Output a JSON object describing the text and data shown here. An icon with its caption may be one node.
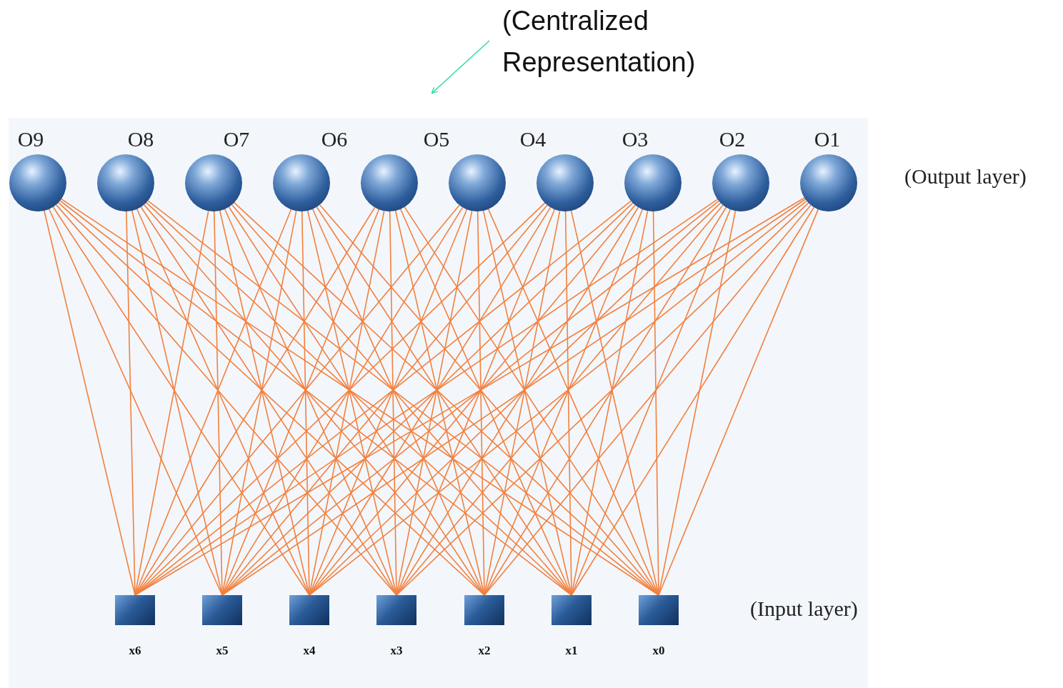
{
  "diagram": {
    "nodes": [
      {
        "text": [
          "(Centralized Representation)"
        ]
      },
      {
        "text": [],
        "shape": "circle"
      },
      {
        "text": [],
        "shape": "circle"
      },
      {
        "text": [],
        "shape": "circle"
      },
      {
        "text": [],
        "shape": "circle"
      },
      {
        "text": [],
        "shape": "circle"
      },
      {
        "text": [],
        "shape": "circle"
      },
      {
        "text": [],
        "shape": "circle"
      },
      {
        "text": [],
        "shape": "circle"
      },
      {
        "text": [],
        "shape": "circle"
      },
      {
        "text": [],
        "shape": "circle"
      },
      {
        "text": [
          "x6"
        ]
      },
      {
        "text": [
          "x5"
        ]
      },
      {
        "text": [
          "x4"
        ]
      },
      {
        "text": [
          "x3"
        ]
      },
      {
        "text": [
          "x2"
        ]
      },
      {
        "text": [
          "x1"
        ]
      },
      {
        "text": [
          "x0"
        ]
      }
    ],
    "edges": [
      {
        "from": 0,
        "to": null,
        "arrow": "to",
        "color": "#2ee0a0"
      },
      {
        "from": 1,
        "to": 11,
        "arrow": "none"
      },
      {
        "from": 1,
        "to": 12,
        "arrow": "none"
      },
      {
        "from": 1,
        "to": 13,
        "arrow": "none"
      },
      {
        "from": 1,
        "to": 14,
        "arrow": "none"
      },
      {
        "from": 1,
        "to": 15,
        "arrow": "none"
      },
      {
        "from": 1,
        "to": 16,
        "arrow": "none"
      },
      {
        "from": 1,
        "to": 17,
        "arrow": "none"
      },
      {
        "from": 2,
        "to": 11,
        "arrow": "none"
      },
      {
        "from": 2,
        "to": 12,
        "arrow": "none"
      },
      {
        "from": 2,
        "to": 13,
        "arrow": "none"
      },
      {
        "from": 2,
        "to": 14,
        "arrow": "none"
      },
      {
        "from": 2,
        "to": 15,
        "arrow": "none"
      },
      {
        "from": 2,
        "to": 16,
        "arrow": "none"
      },
      {
        "from": 2,
        "to": 17,
        "arrow": "none"
      },
      {
        "from": 3,
        "to": 11,
        "arrow": "none"
      },
      {
        "from": 3,
        "to": 12,
        "arrow": "none"
      },
      {
        "from": 3,
        "to": 13,
        "arrow": "none"
      },
      {
        "from": 3,
        "to": 14,
        "arrow": "none"
      },
      {
        "from": 3,
        "to": 15,
        "arrow": "none"
      },
      {
        "from": 3,
        "to": 16,
        "arrow": "none"
      },
      {
        "from": 3,
        "to": 17,
        "arrow": "none"
      },
      {
        "from": 4,
        "to": 11,
        "arrow": "none"
      },
      {
        "from": 4,
        "to": 12,
        "arrow": "none"
      },
      {
        "from": 4,
        "to": 13,
        "arrow": "none"
      },
      {
        "from": 4,
        "to": 14,
        "arrow": "none"
      },
      {
        "from": 4,
        "to": 15,
        "arrow": "none"
      },
      {
        "from": 4,
        "to": 16,
        "arrow": "none"
      },
      {
        "from": 4,
        "to": 17,
        "arrow": "none"
      },
      {
        "from": 5,
        "to": 11,
        "arrow": "none"
      },
      {
        "from": 5,
        "to": 12,
        "arrow": "none"
      },
      {
        "from": 5,
        "to": 13,
        "arrow": "none"
      },
      {
        "from": 5,
        "to": 14,
        "arrow": "none"
      },
      {
        "from": 5,
        "to": 15,
        "arrow": "none"
      },
      {
        "from": 5,
        "to": 16,
        "arrow": "none"
      },
      {
        "from": 5,
        "to": 17,
        "arrow": "none"
      },
      {
        "from": 6,
        "to": 11,
        "arrow": "none"
      },
      {
        "from": 6,
        "to": 12,
        "arrow": "none"
      },
      {
        "from": 6,
        "to": 13,
        "arrow": "none"
      },
      {
        "from": 6,
        "to": 14,
        "arrow": "none"
      },
      {
        "from": 6,
        "to": 15,
        "arrow": "none"
      },
      {
        "from": 6,
        "to": 16,
        "arrow": "none"
      },
      {
        "from": 6,
        "to": 17,
        "arrow": "none"
      },
      {
        "from": 7,
        "to": 11,
        "arrow": "none"
      },
      {
        "from": 7,
        "to": 12,
        "arrow": "none"
      },
      {
        "from": 7,
        "to": 13,
        "arrow": "none"
      },
      {
        "from": 7,
        "to": 14,
        "arrow": "none"
      },
      {
        "from": 7,
        "to": 15,
        "arrow": "none"
      },
      {
        "from": 7,
        "to": 16,
        "arrow": "none"
      },
      {
        "from": 7,
        "to": 17,
        "arrow": "none"
      },
      {
        "from": 8,
        "to": 11,
        "arrow": "none"
      },
      {
        "from": 8,
        "to": 12,
        "arrow": "none"
      },
      {
        "from": 8,
        "to": 13,
        "arrow": "none"
      },
      {
        "from": 8,
        "to": 14,
        "arrow": "none"
      },
      {
        "from": 8,
        "to": 15,
        "arrow": "none"
      },
      {
        "from": 8,
        "to": 16,
        "arrow": "none"
      },
      {
        "from": 8,
        "to": 17,
        "arrow": "none"
      },
      {
        "from": 9,
        "to": 11,
        "arrow": "none"
      },
      {
        "from": 9,
        "to": 12,
        "arrow": "none"
      },
      {
        "from": 9,
        "to": 13,
        "arrow": "none"
      },
      {
        "from": 9,
        "to": 14,
        "arrow": "none"
      },
      {
        "from": 9,
        "to": 15,
        "arrow": "none"
      },
      {
        "from": 9,
        "to": 16,
        "arrow": "none"
      },
      {
        "from": 9,
        "to": 17,
        "arrow": "none"
      },
      {
        "from": 10,
        "to": 11,
        "arrow": "none"
      },
      {
        "from": 10,
        "to": 12,
        "arrow": "none"
      },
      {
        "from": 10,
        "to": 13,
        "arrow": "none"
      },
      {
        "from": 10,
        "to": 14,
        "arrow": "none"
      },
      {
        "from": 10,
        "to": 15,
        "arrow": "none"
      },
      {
        "from": 10,
        "to": 16,
        "arrow": "none"
      },
      {
        "from": 10,
        "to": 17,
        "arrow": "none"
      }
    ],
    "labels": [
      "O9",
      "O8",
      "O7",
      "O6",
      "O5",
      "O4",
      "O3",
      "O2",
      "O1",
      "(Output layer)",
      "(Input layer)"
    ]
  }
}
